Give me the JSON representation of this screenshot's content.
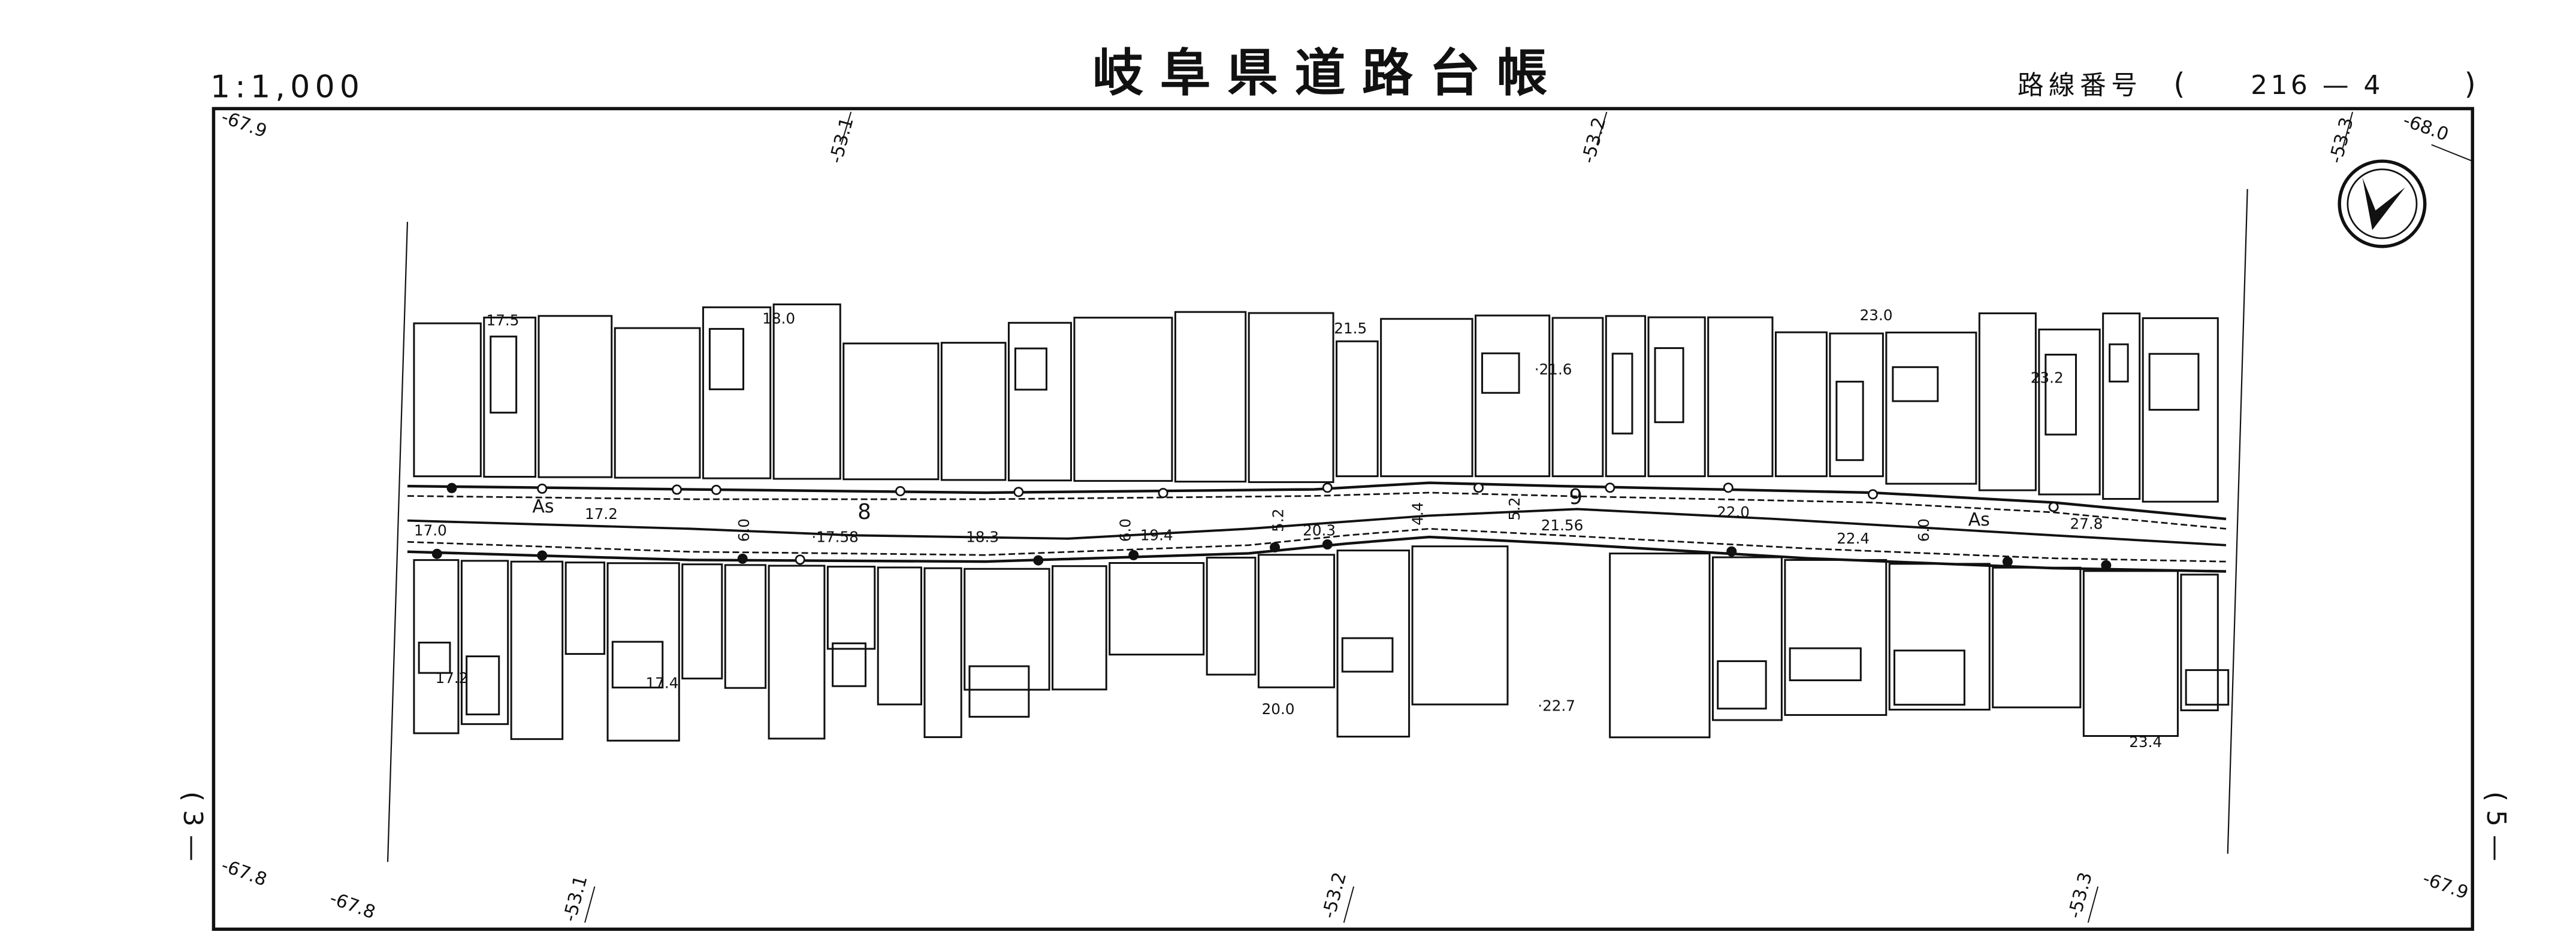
{
  "header": {
    "scale": "1:1,000",
    "title": "岐阜県道路台帳",
    "route_label": "路線番号",
    "route_open": "(",
    "route_number": "216 — 4",
    "route_close": ")"
  },
  "grid_labels": {
    "top": [
      "-67.9",
      "-53.1",
      "-53.2",
      "-53.3",
      "-68.0"
    ],
    "bottom": [
      "-67.8",
      "-67.8",
      "-53.1",
      "-53.2",
      "-53.3",
      "-67.9"
    ]
  },
  "sheet_refs": {
    "left": "( 3 —",
    "right": "( 5 —"
  },
  "road": {
    "surface_labels": [
      "As",
      "As"
    ],
    "station_numbers": [
      "8",
      "9"
    ],
    "widths": [
      "6.0",
      "6.0",
      "5.2",
      "4.4",
      "5.2",
      "6.0"
    ],
    "elevations_road": [
      "17.0",
      "17.2",
      "·17.58",
      "18.3",
      "19.4",
      "20.3",
      "21.56",
      "22.0",
      "22.4",
      "27.8"
    ],
    "elevations_north": [
      "17.5",
      "18.0",
      "21.5",
      "·21.6",
      "23.0",
      "23.2"
    ],
    "elevations_south": [
      "17.2",
      "17.4",
      "20.0",
      "·22.7",
      "23.4"
    ]
  },
  "north_arrow": "north-arrow"
}
